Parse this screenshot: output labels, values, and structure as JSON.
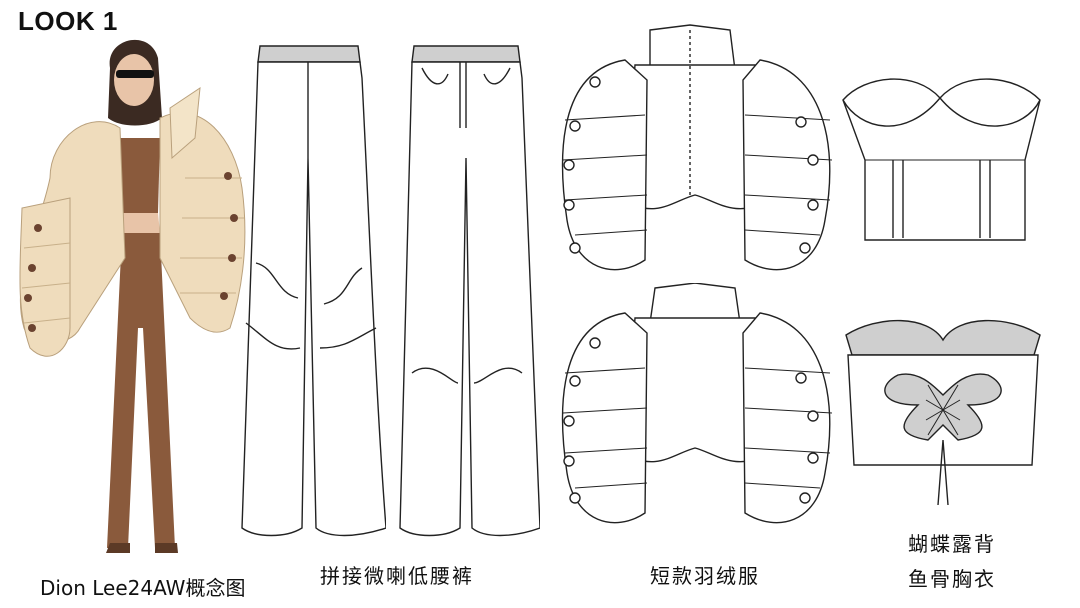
{
  "look_title": "LOOK 1",
  "footer_label": "Dion Lee24AW概念图",
  "captions": {
    "pants": "拼接微喇低腰裤",
    "jacket": "短款羽绒服",
    "bustier_line1": "蝴蝶露背",
    "bustier_line2": "鱼骨胸衣"
  },
  "colors": {
    "puffer": "#efdcbc",
    "brown": "#8a5a3c",
    "button_brown": "#6b4330",
    "waistband_grey": "#cfcfcf",
    "outline": "#222222"
  }
}
